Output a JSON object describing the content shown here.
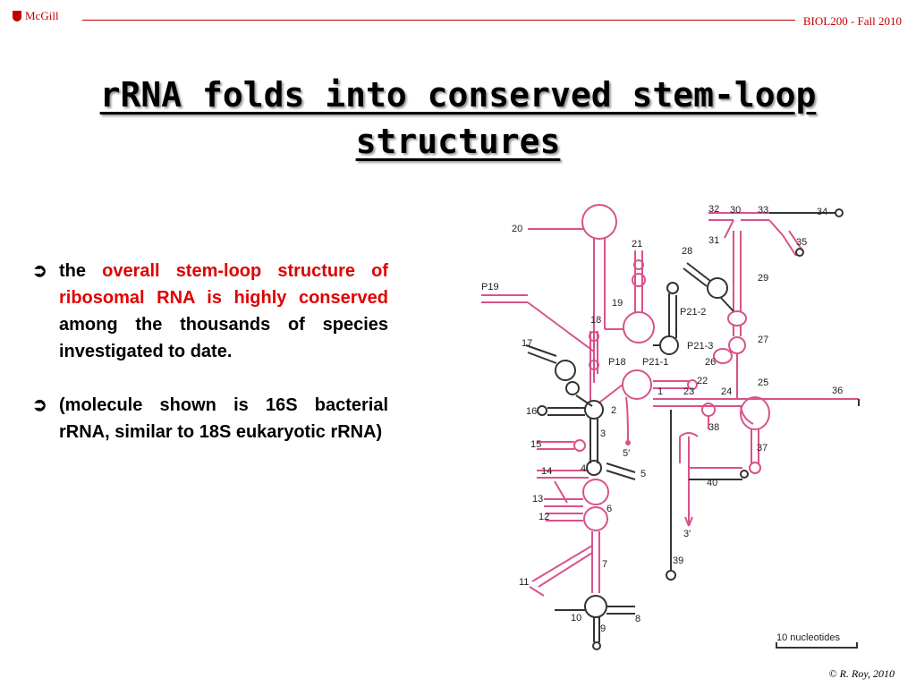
{
  "header": {
    "institution": "McGill",
    "course": "BIOL200 - Fall 2010"
  },
  "title": {
    "line1": "rRNA folds into conserved stem-loop",
    "line2": "structures"
  },
  "bullets": [
    {
      "parts": [
        "the ",
        "overall stem-loop structure of ribosomal RNA is highly conserved",
        " among the thousands of species investigated to date."
      ]
    },
    {
      "text": "(molecule shown is 16S bacterial rRNA, similar to 18S eukaryotic rRNA)"
    }
  ],
  "diagram": {
    "helix_labels": [
      "1",
      "2",
      "3",
      "4",
      "5",
      "6",
      "7",
      "8",
      "9",
      "10",
      "11",
      "12",
      "13",
      "14",
      "15",
      "16",
      "17",
      "18",
      "19",
      "20",
      "21",
      "22",
      "23",
      "24",
      "25",
      "26",
      "27",
      "28",
      "29",
      "30",
      "31",
      "32",
      "33",
      "34",
      "35",
      "36",
      "37",
      "38",
      "39",
      "40",
      "P18",
      "P19",
      "P21-1",
      "P21-2",
      "P21-3"
    ],
    "end_5": "5′",
    "end_3": "3′",
    "scale_label": "10 nucleotides",
    "colors": {
      "conserved": "#d9528a",
      "other": "#333333"
    }
  },
  "footer": {
    "copyright": "© R. Roy, 2010"
  }
}
